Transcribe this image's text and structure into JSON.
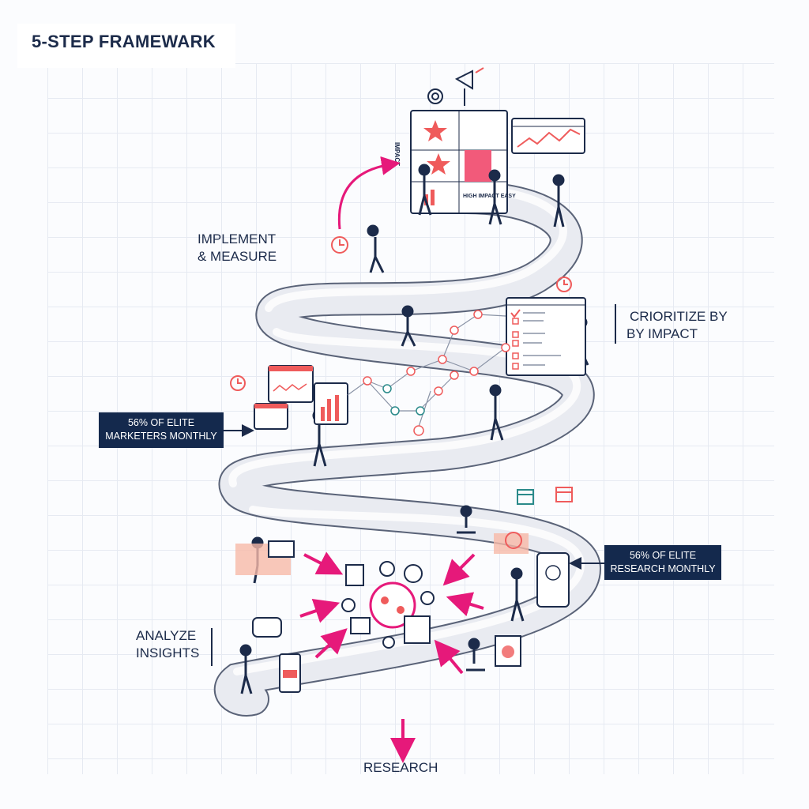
{
  "title": "5-STEP FRAMEWARK",
  "steps": {
    "implement": [
      "IMPLEMENT",
      "& MEASURE"
    ],
    "prioritize": [
      "CRIORITIZE BY",
      "BY IMPACT"
    ],
    "analyze": [
      "ANALYZE",
      "INSIGHTS"
    ],
    "research": "RESEARCH"
  },
  "callouts": {
    "marketers": [
      "56% OF ELITE",
      "MARKETERS MONTHLY"
    ],
    "research": [
      "56% OF ELITE",
      "RESEARCH MONTHLY"
    ]
  },
  "board_labels": {
    "impact": "IMPACT",
    "effort": "HIGH IMPACT EASY"
  },
  "colors": {
    "navy": "#1c2b4a",
    "accent_pink": "#e6197a",
    "coral": "#ef5b5b",
    "ribbon": "#e9ebf1"
  }
}
